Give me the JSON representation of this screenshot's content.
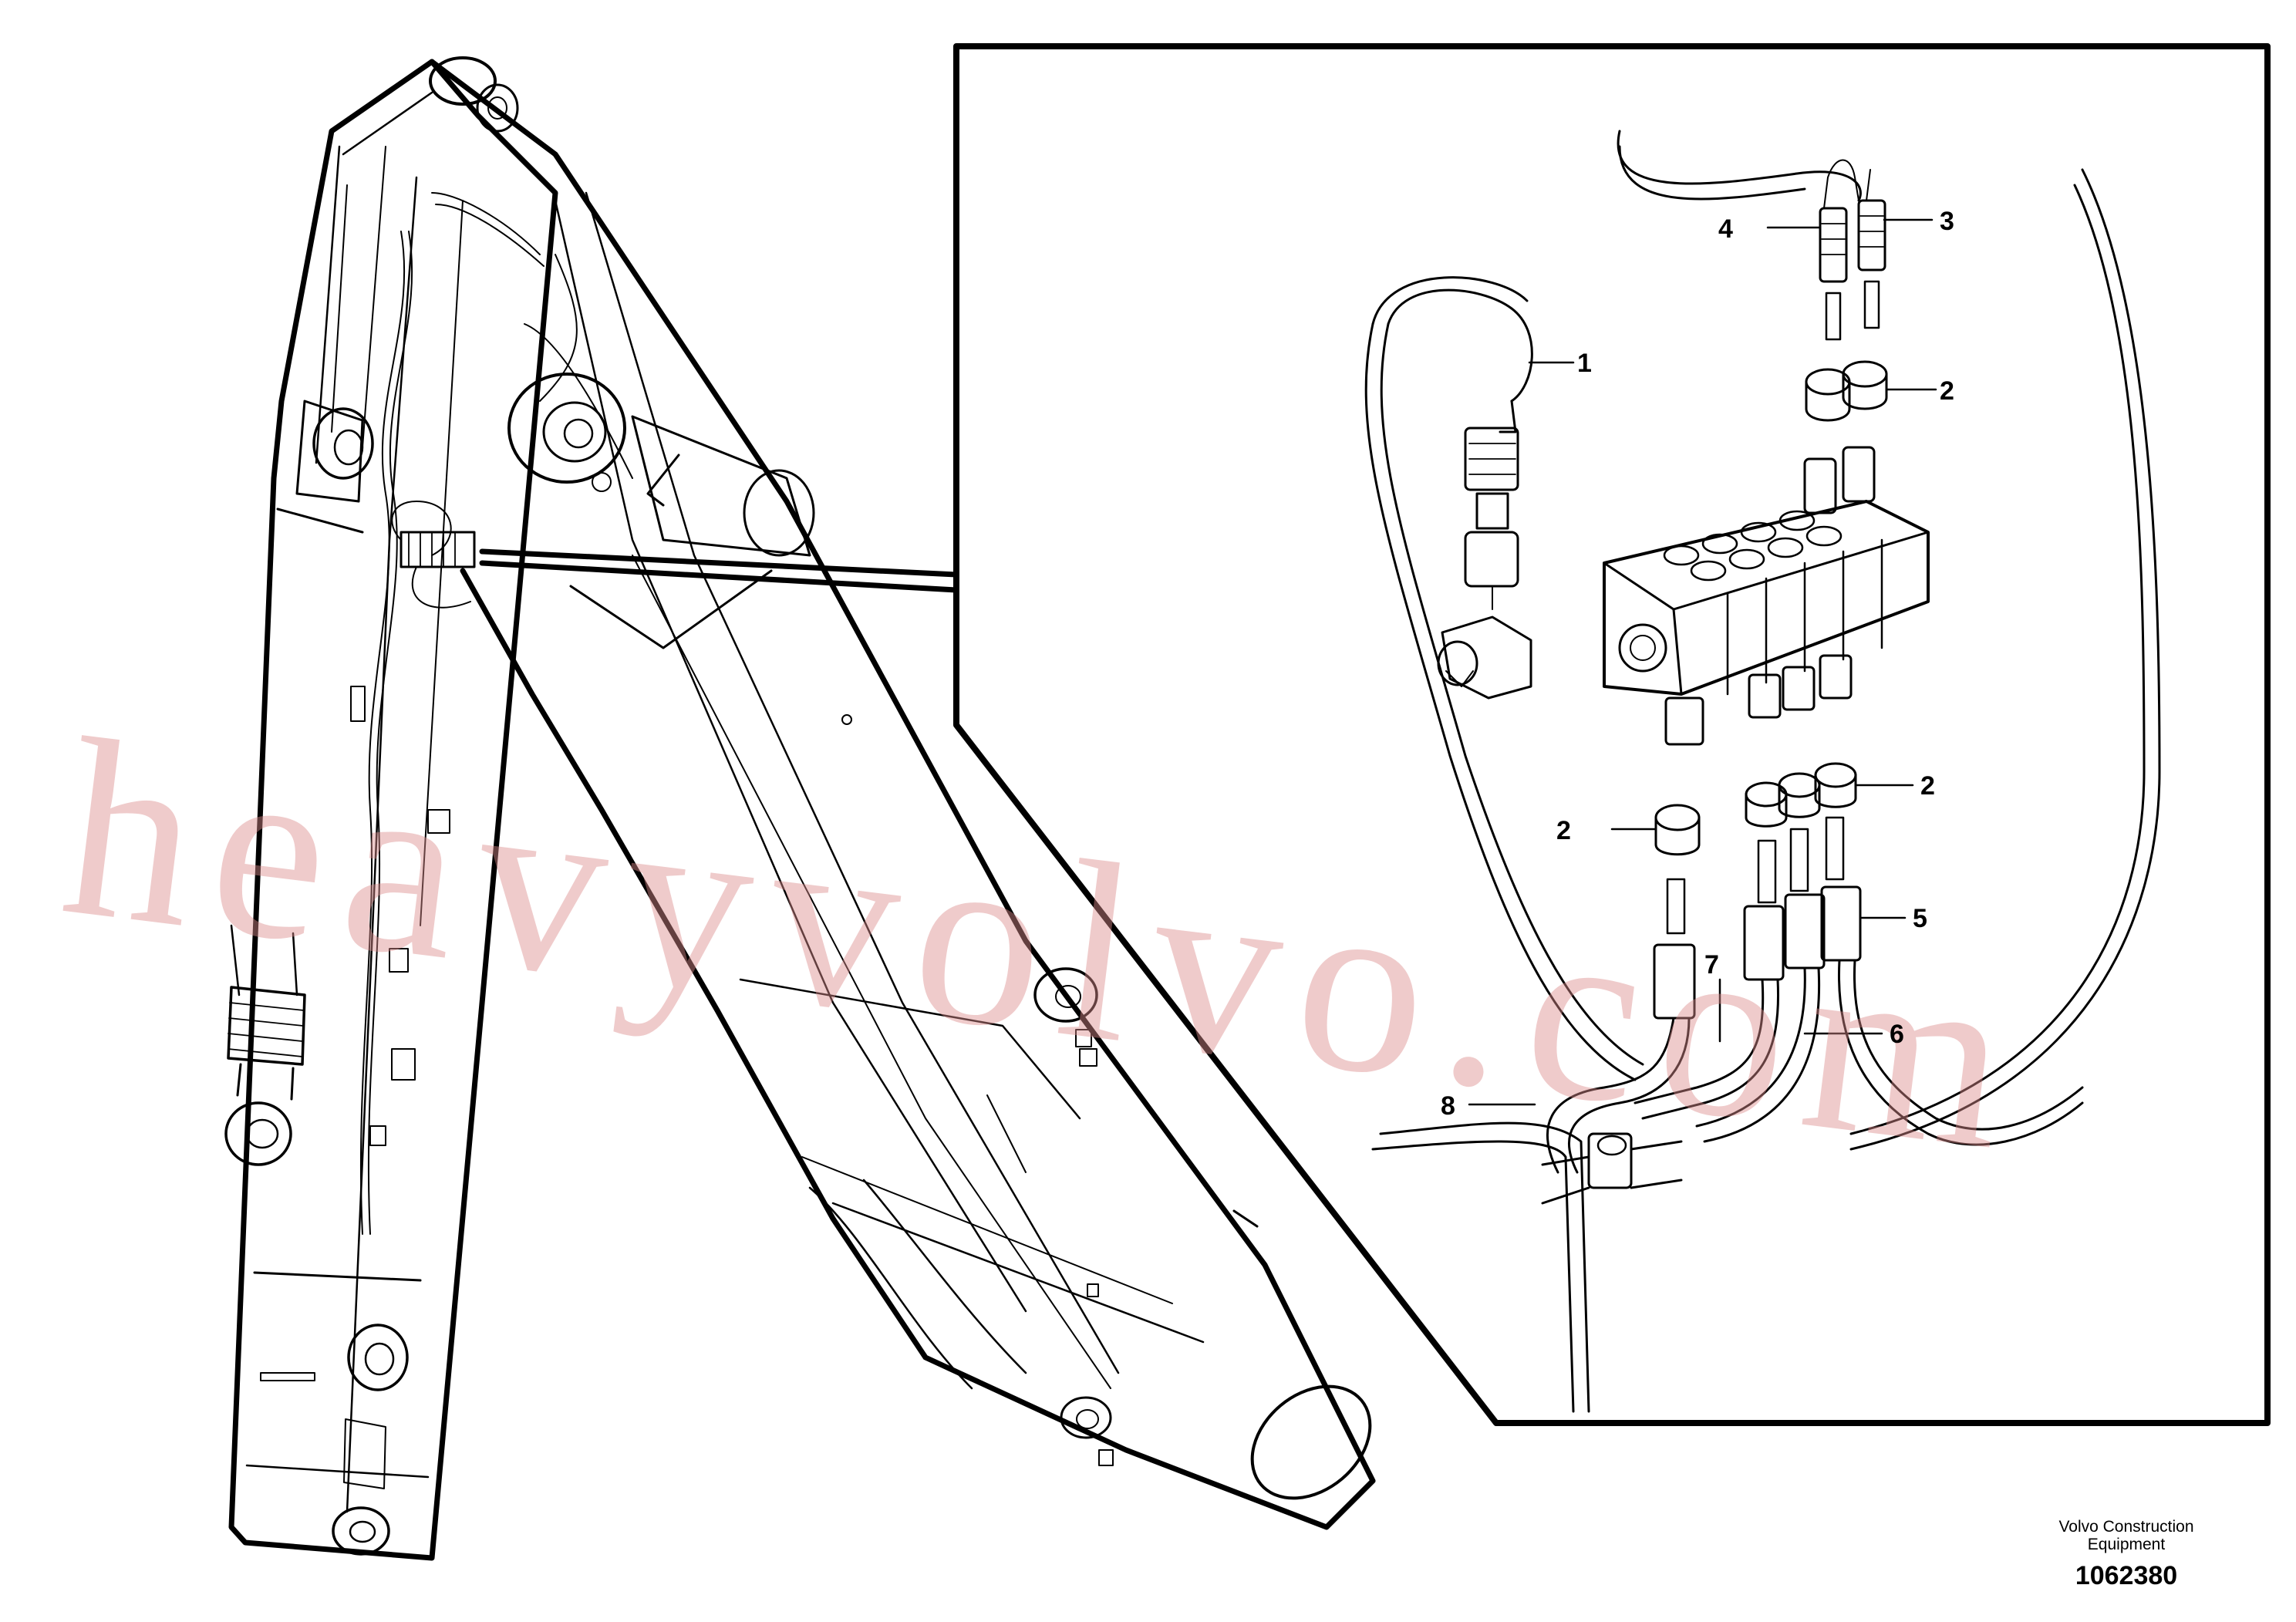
{
  "callouts": [
    {
      "id": "1",
      "text": "1"
    },
    {
      "id": "2a",
      "text": "2"
    },
    {
      "id": "2b",
      "text": "2"
    },
    {
      "id": "2c",
      "text": "2"
    },
    {
      "id": "3",
      "text": "3"
    },
    {
      "id": "4",
      "text": "4"
    },
    {
      "id": "5",
      "text": "5"
    },
    {
      "id": "6",
      "text": "6"
    },
    {
      "id": "7",
      "text": "7"
    },
    {
      "id": "8",
      "text": "8"
    }
  ],
  "manufacturer_line_1": "Volvo Construction",
  "manufacturer_line_2": "Equipment",
  "figure_number": "1062380",
  "watermark_text": "heavyvolvo.com",
  "colors": {
    "line": "#000000",
    "watermark": "#dc8c8c",
    "background": "#ffffff"
  }
}
